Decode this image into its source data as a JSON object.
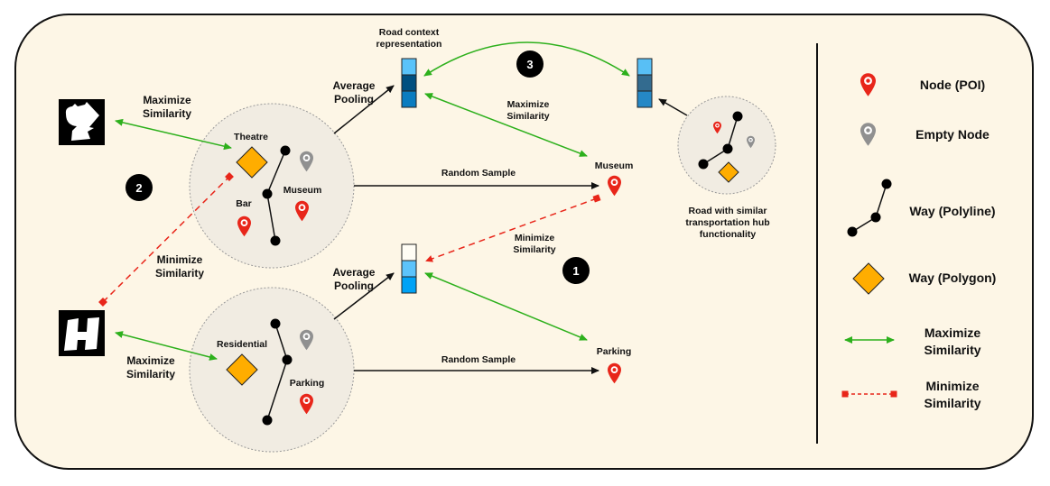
{
  "diagram": {
    "title": "Road context contrastive learning diagram",
    "colors": {
      "background": "#fdf6e6",
      "circle_fill": "#f1ece2",
      "poi_red": "#e8261a",
      "empty_gray": "#909090",
      "polygon_orange": "#ffad00",
      "maximize_green": "#2db01c",
      "minimize_red": "#e8261a",
      "vector_top_cells": [
        "#5ac3fa",
        "#004f80",
        "#0a7cc0"
      ],
      "vector_right_cells": [
        "#58bff5",
        "#336b8f",
        "#2588c6"
      ],
      "vector_bottom_cells": [
        "#fffdf5",
        "#5cc3fb",
        "#00a2f5"
      ]
    },
    "labels": {
      "road_context": [
        "Road context",
        "representation"
      ],
      "avg_pooling_top": [
        "Average",
        "Pooling"
      ],
      "avg_pooling_bottom": [
        "Average",
        "Pooling"
      ],
      "max_sim_top_left": [
        "Maximize",
        "Similarity"
      ],
      "max_sim_bottom_left": [
        "Maximize",
        "Similarity"
      ],
      "min_sim_left": [
        "Minimize",
        "Similarity"
      ],
      "max_sim_center": [
        "Maximize",
        "Similarity"
      ],
      "min_sim_center": [
        "Minimize",
        "Similarity"
      ],
      "random_sample_top": "Random Sample",
      "random_sample_bottom": "Random Sample",
      "museum_target": "Museum",
      "parking_target": "Parking",
      "similar_road": [
        "Road with similar",
        "transportation hub",
        "functionality"
      ]
    },
    "top_circle": {
      "labels": {
        "theatre": "Theatre",
        "bar": "Bar",
        "museum": "Museum"
      }
    },
    "bottom_circle": {
      "labels": {
        "residential": "Residential",
        "parking": "Parking"
      }
    },
    "badges": [
      "1",
      "2",
      "3"
    ]
  },
  "legend": {
    "items": [
      {
        "icon": "poi-node-icon",
        "label": "Node (POI)"
      },
      {
        "icon": "empty-node-icon",
        "label": "Empty Node"
      },
      {
        "icon": "polyline-icon",
        "label": "Way (Polyline)"
      },
      {
        "icon": "polygon-icon",
        "label": "Way (Polygon)"
      },
      {
        "icon": "maximize-arrow-icon",
        "label": [
          "Maximize",
          "Similarity"
        ]
      },
      {
        "icon": "minimize-arrow-icon",
        "label": [
          "Minimize",
          "Similarity"
        ]
      }
    ]
  }
}
